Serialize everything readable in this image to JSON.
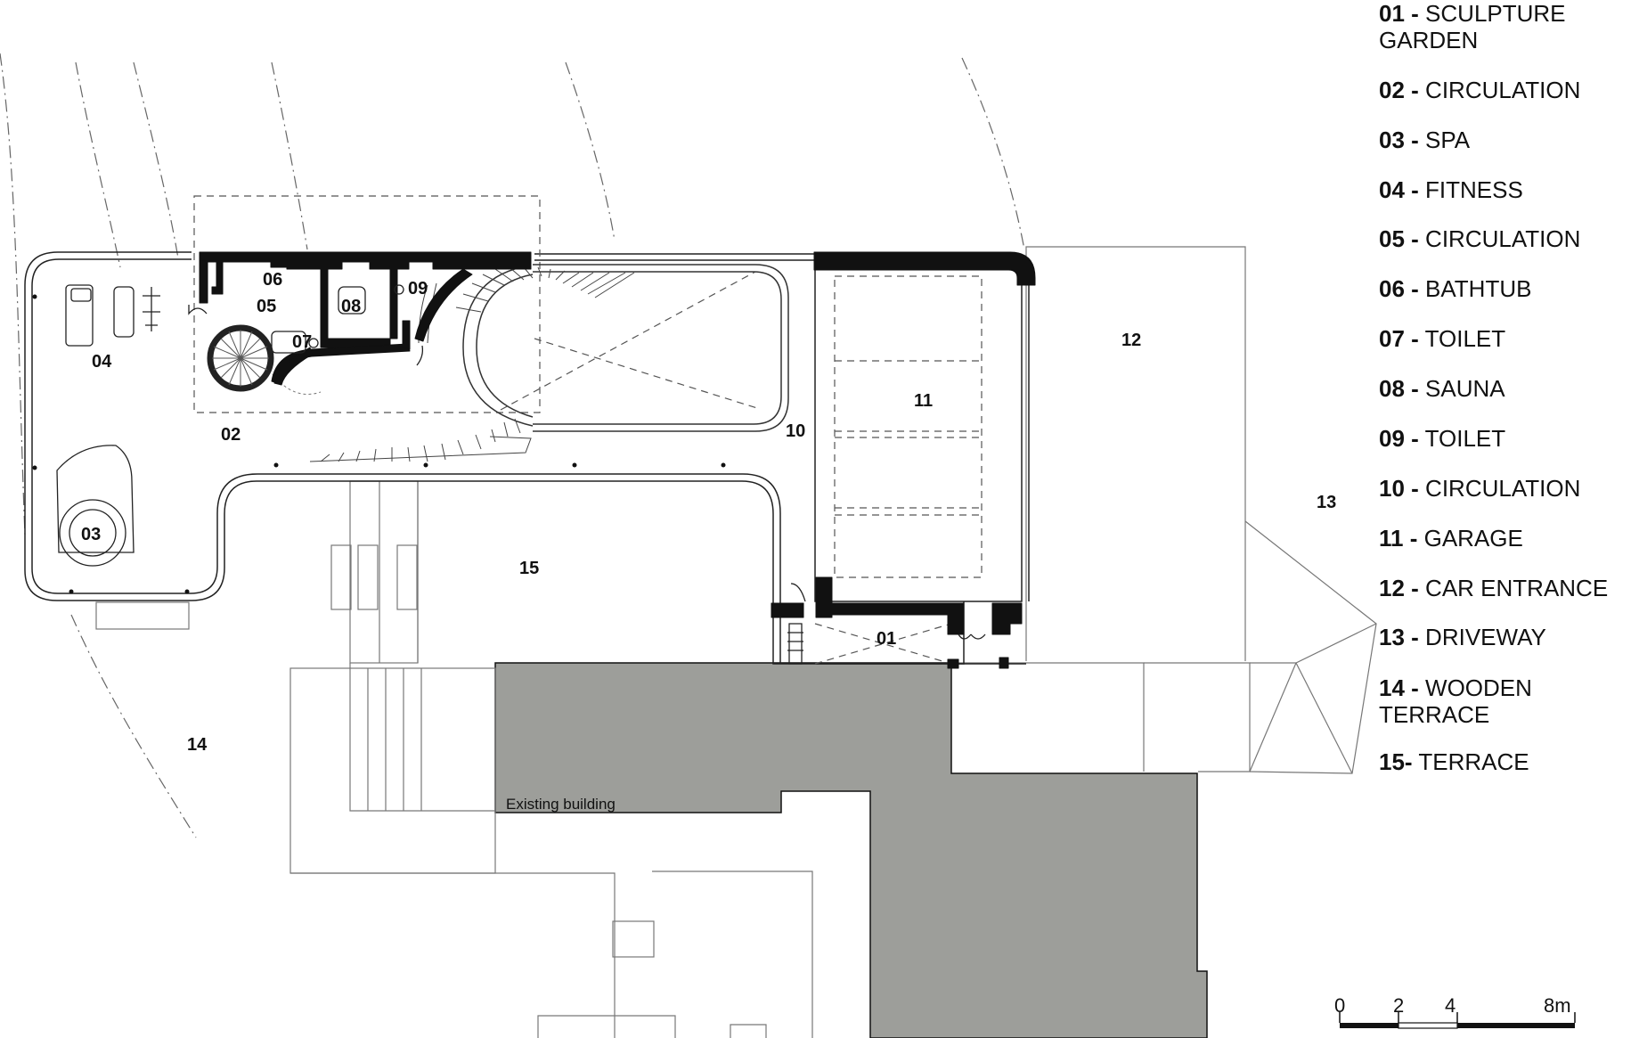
{
  "rooms": [
    {
      "label": "01"
    },
    {
      "label": "02"
    },
    {
      "label": "03"
    },
    {
      "label": "04"
    },
    {
      "label": "05"
    },
    {
      "label": "06"
    },
    {
      "label": "07"
    },
    {
      "label": "08"
    },
    {
      "label": "09"
    },
    {
      "label": "10"
    },
    {
      "label": "11"
    },
    {
      "label": "12"
    },
    {
      "label": "13"
    },
    {
      "label": "14"
    },
    {
      "label": "15"
    }
  ],
  "existing_building": "Existing building",
  "legend": [
    {
      "num": "01 -",
      "name": "SCULPTURE",
      "name2": "GARDEN"
    },
    {
      "num": "02 -",
      "name": "CIRCULATION",
      "name2": ""
    },
    {
      "num": "03 -",
      "name": "SPA",
      "name2": ""
    },
    {
      "num": "04 -",
      "name": "FITNESS",
      "name2": ""
    },
    {
      "num": "05 -",
      "name": "CIRCULATION",
      "name2": ""
    },
    {
      "num": "06 -",
      "name": "BATHTUB",
      "name2": ""
    },
    {
      "num": "07 -",
      "name": "TOILET",
      "name2": ""
    },
    {
      "num": "08 -",
      "name": "SAUNA",
      "name2": ""
    },
    {
      "num": "09 -",
      "name": "TOILET",
      "name2": ""
    },
    {
      "num": "10 -",
      "name": "CIRCULATION",
      "name2": ""
    },
    {
      "num": "11 -",
      "name": "GARAGE",
      "name2": ""
    },
    {
      "num": "12 -",
      "name": "CAR ENTRANCE",
      "name2": ""
    },
    {
      "num": "13 -",
      "name": "DRIVEWAY",
      "name2": ""
    },
    {
      "num": "14 -",
      "name": "WOODEN",
      "name2": "TERRACE"
    },
    {
      "num": "15-",
      "name": "TERRACE",
      "name2": ""
    }
  ],
  "scale": {
    "labels": [
      "0",
      "2",
      "4",
      "8m"
    ]
  },
  "colors": {
    "existing_building": "#9d9e9a",
    "wall": "#111111",
    "line": "#555555"
  }
}
